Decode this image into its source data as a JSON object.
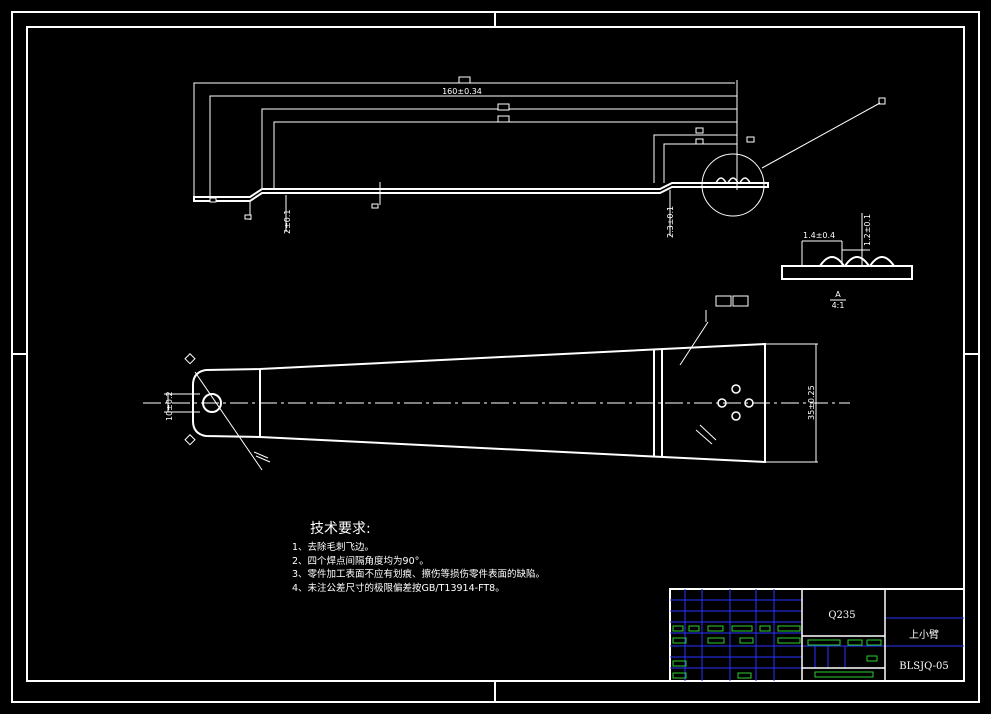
{
  "drawing": {
    "dimensions": {
      "overall_length": "160±0.34",
      "thickness_left": "2±0.1",
      "thickness_right": "2.3±0.1",
      "detail_width": "1.4±0.4",
      "detail_height": "1.2±0.1",
      "detail_scale_top": "A",
      "detail_scale_bottom": "4:1",
      "hole_spacing": "10±0.2",
      "right_width": "35±0.25"
    },
    "technical_requirements": {
      "title": "技术要求:",
      "items": [
        "1、去除毛刺飞边。",
        "2、四个焊点间隔角度均为90°。",
        "3、零件加工表面不应有划痕、擦伤等损伤零件表面的缺陷。",
        "4、未注公差尺寸的极限偏差按GB/T13914-FT8。"
      ]
    },
    "title_block": {
      "material": "Q235",
      "part_name": "上小臂",
      "drawing_number": "BLSJQ-05"
    },
    "colors": {
      "lines": "#ffffff",
      "background": "#000000",
      "table_blue": "#2a33ff",
      "table_green": "#2bd12b"
    }
  }
}
